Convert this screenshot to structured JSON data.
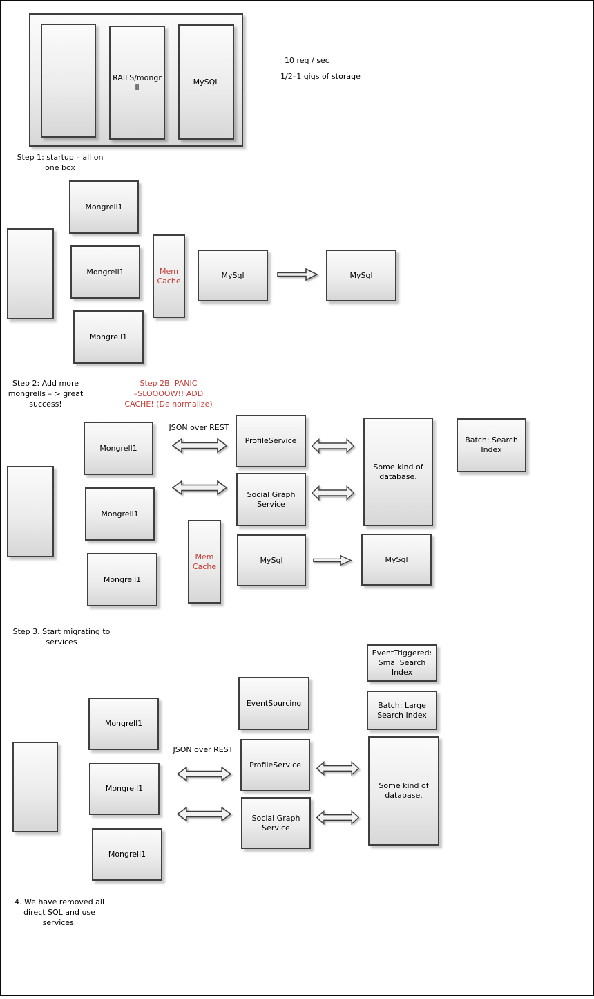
{
  "colors": {
    "accent_red": "#c43c35",
    "node_border": "#3f3f3f",
    "background": "#ffffff"
  },
  "icons": {
    "double_arrow": "left-right-block-arrow",
    "single_arrow": "right-block-arrow"
  },
  "step1": {
    "rails_box": "RAILS/mongr\nll",
    "mysql_box": "MySQL",
    "req_rate": "10 req / sec",
    "storage": "1/2–1 gigs of storage",
    "caption": "Step 1: startup – all on\none box"
  },
  "step2": {
    "mongrels": [
      "Mongrell1",
      "Mongrell1",
      "Mongrell1"
    ],
    "mem_cache": "Mem\nCache",
    "mysql_primary": "MySql",
    "mysql_replica": "MySql",
    "caption": "Step 2: Add more\nmongrells – > great\nsuccess!",
    "caption_2b": "Step 2B: PANIC\n–SLOOOOW!! ADD\nCACHE! (De normalize)"
  },
  "step3": {
    "mongrels": [
      "Mongrell1",
      "Mongrell1",
      "Mongrell1"
    ],
    "json_over_rest": "JSON over REST",
    "profile_service": "ProfileService",
    "social_graph_service": "Social Graph\nService",
    "mem_cache": "Mem\nCache",
    "mysql_primary": "MySql",
    "mysql_replica": "MySql",
    "database": "Some kind of\ndatabase.",
    "batch_search_index": "Batch: Search\nIndex",
    "caption": "Step 3. Start migrating to\nservices"
  },
  "step4": {
    "mongrels": [
      "Mongrell1",
      "Mongrell1",
      "Mongrell1"
    ],
    "json_over_rest": "JSON over REST",
    "event_sourcing": "EventSourcing",
    "profile_service": "ProfileService",
    "social_graph_service": "Social Graph\nService",
    "event_triggered_index": "EventTriggered:\nSmal Search\nIndex",
    "batch_large_index": "Batch: Large\nSearch Index",
    "database": "Some kind of\ndatabase.",
    "caption": "4. We have removed all\ndirect SQL and use\nservices."
  }
}
